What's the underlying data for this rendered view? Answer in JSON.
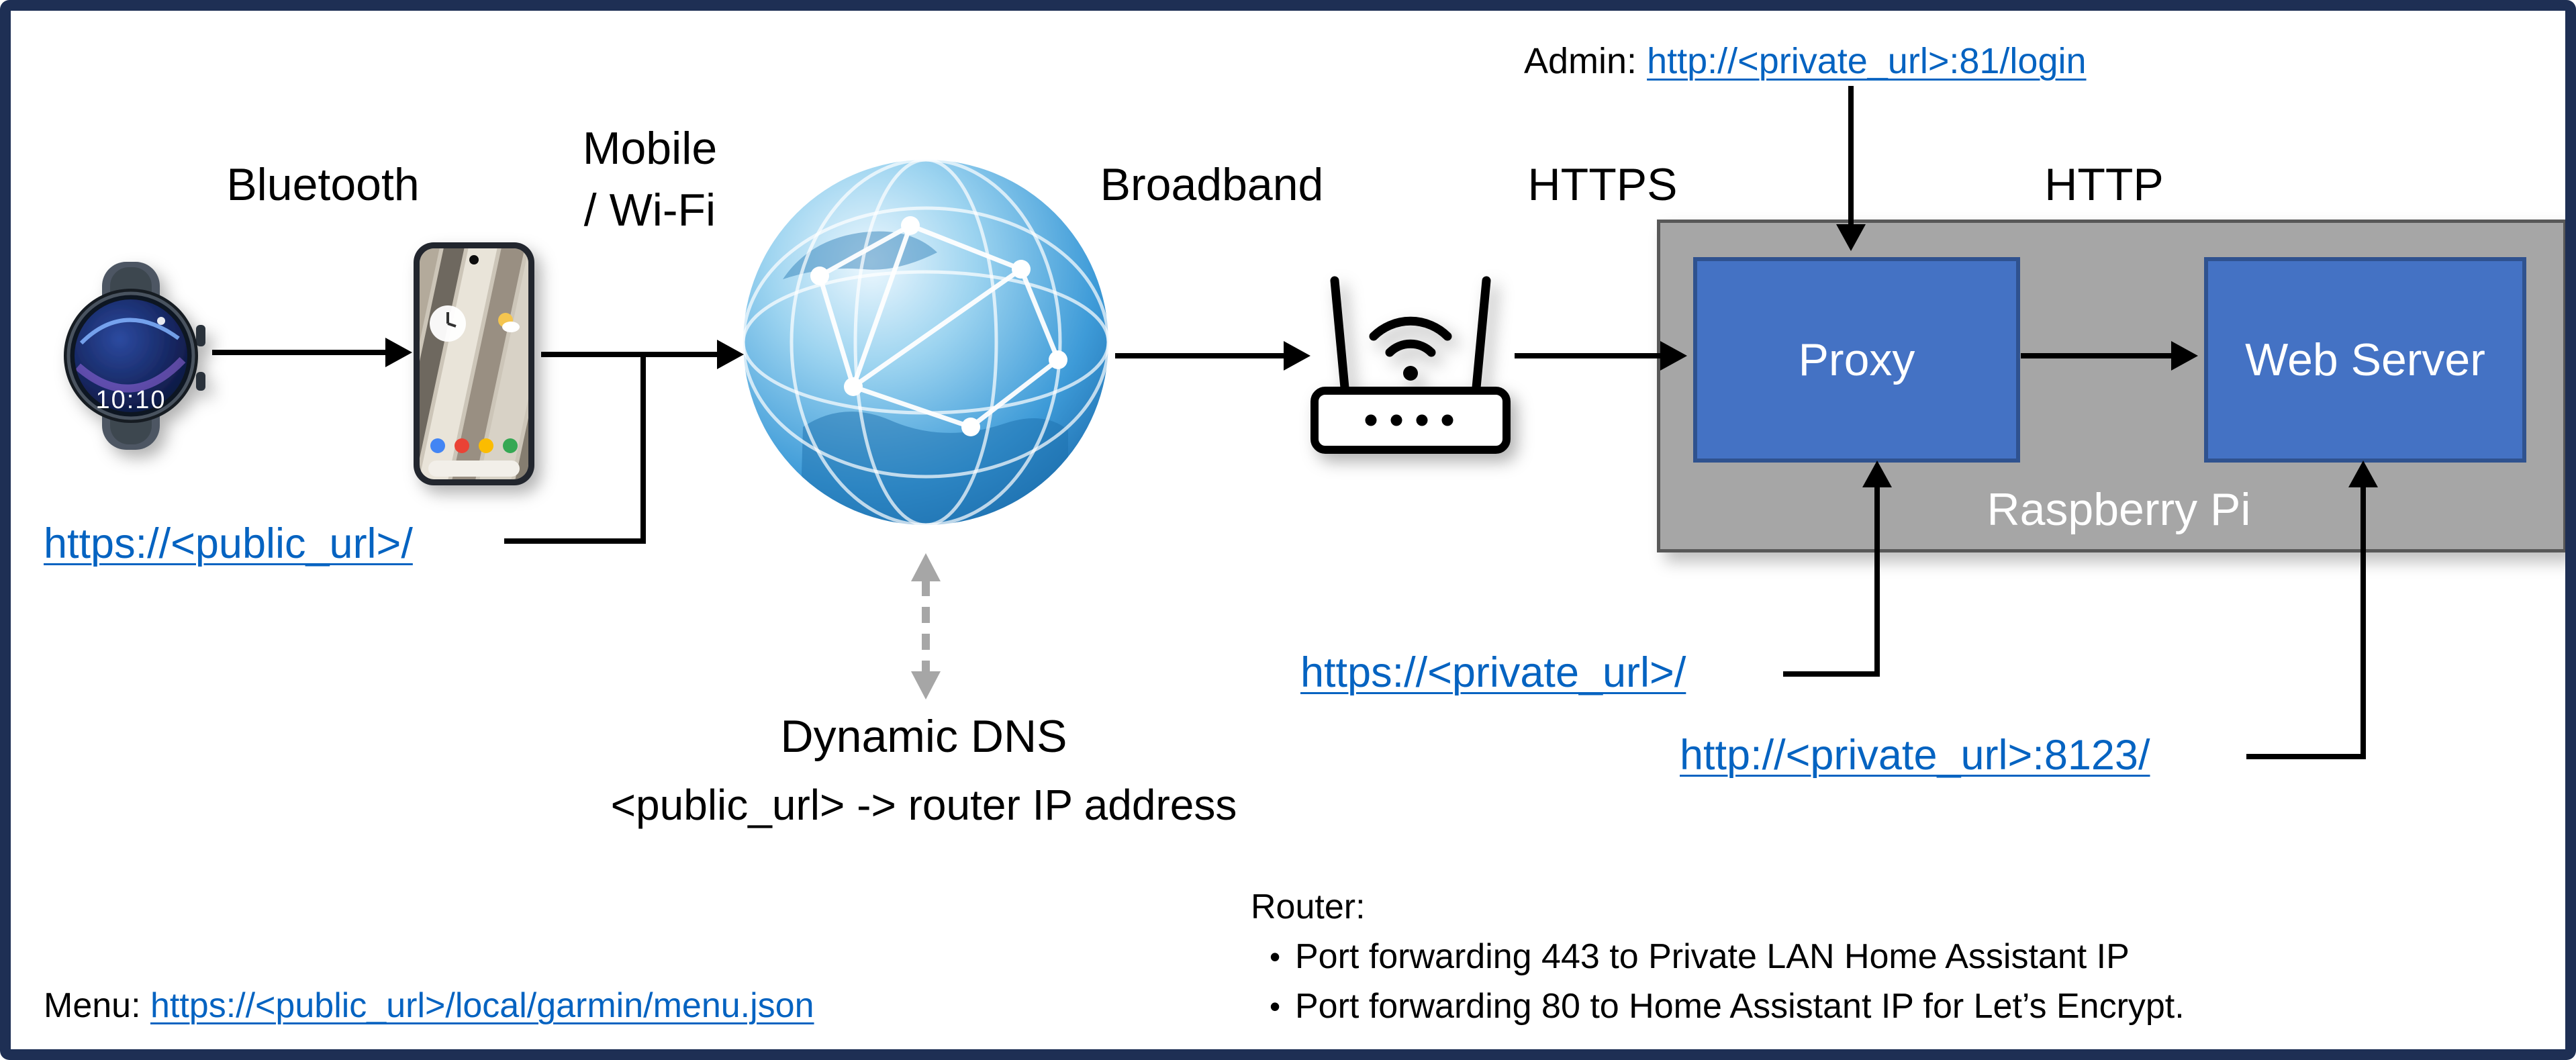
{
  "diagram": {
    "labels": {
      "bluetooth": "Bluetooth",
      "mobile_wifi": "Mobile\n/ Wi-Fi",
      "broadband": "Broadband",
      "https": "HTTPS",
      "http": "HTTP"
    },
    "nodes": {
      "proxy": "Proxy",
      "web_server": "Web Server",
      "raspberry_pi": "Raspberry Pi"
    },
    "watch": {
      "time": "10:10"
    },
    "admin": {
      "prefix": "Admin: ",
      "link": "http://<private_url>:81/login"
    },
    "urls": {
      "public": "https://<public_url>/",
      "private": "https://<private_url>/",
      "private_8123": "http://<private_url>:8123/"
    },
    "dns": {
      "title": "Dynamic DNS",
      "subtitle": "<public_url> -> router IP address"
    },
    "menu": {
      "prefix": "Menu: ",
      "link": "https://<public_url>/local/garmin/menu.json"
    },
    "router_notes": {
      "title": "Router:",
      "bullet": "•",
      "items": [
        "Port forwarding 443 to Private LAN Home Assistant IP",
        "Port forwarding 80 to Home Assistant IP for Let’s Encrypt."
      ]
    },
    "colors": {
      "node_blue": "#4472C4",
      "node_border": "#2F528F",
      "rpi_gray": "#A6A6A6",
      "link_blue": "#0563C1",
      "frame_navy": "#1E2F54",
      "dashed_gray": "#A6A6A6"
    }
  }
}
